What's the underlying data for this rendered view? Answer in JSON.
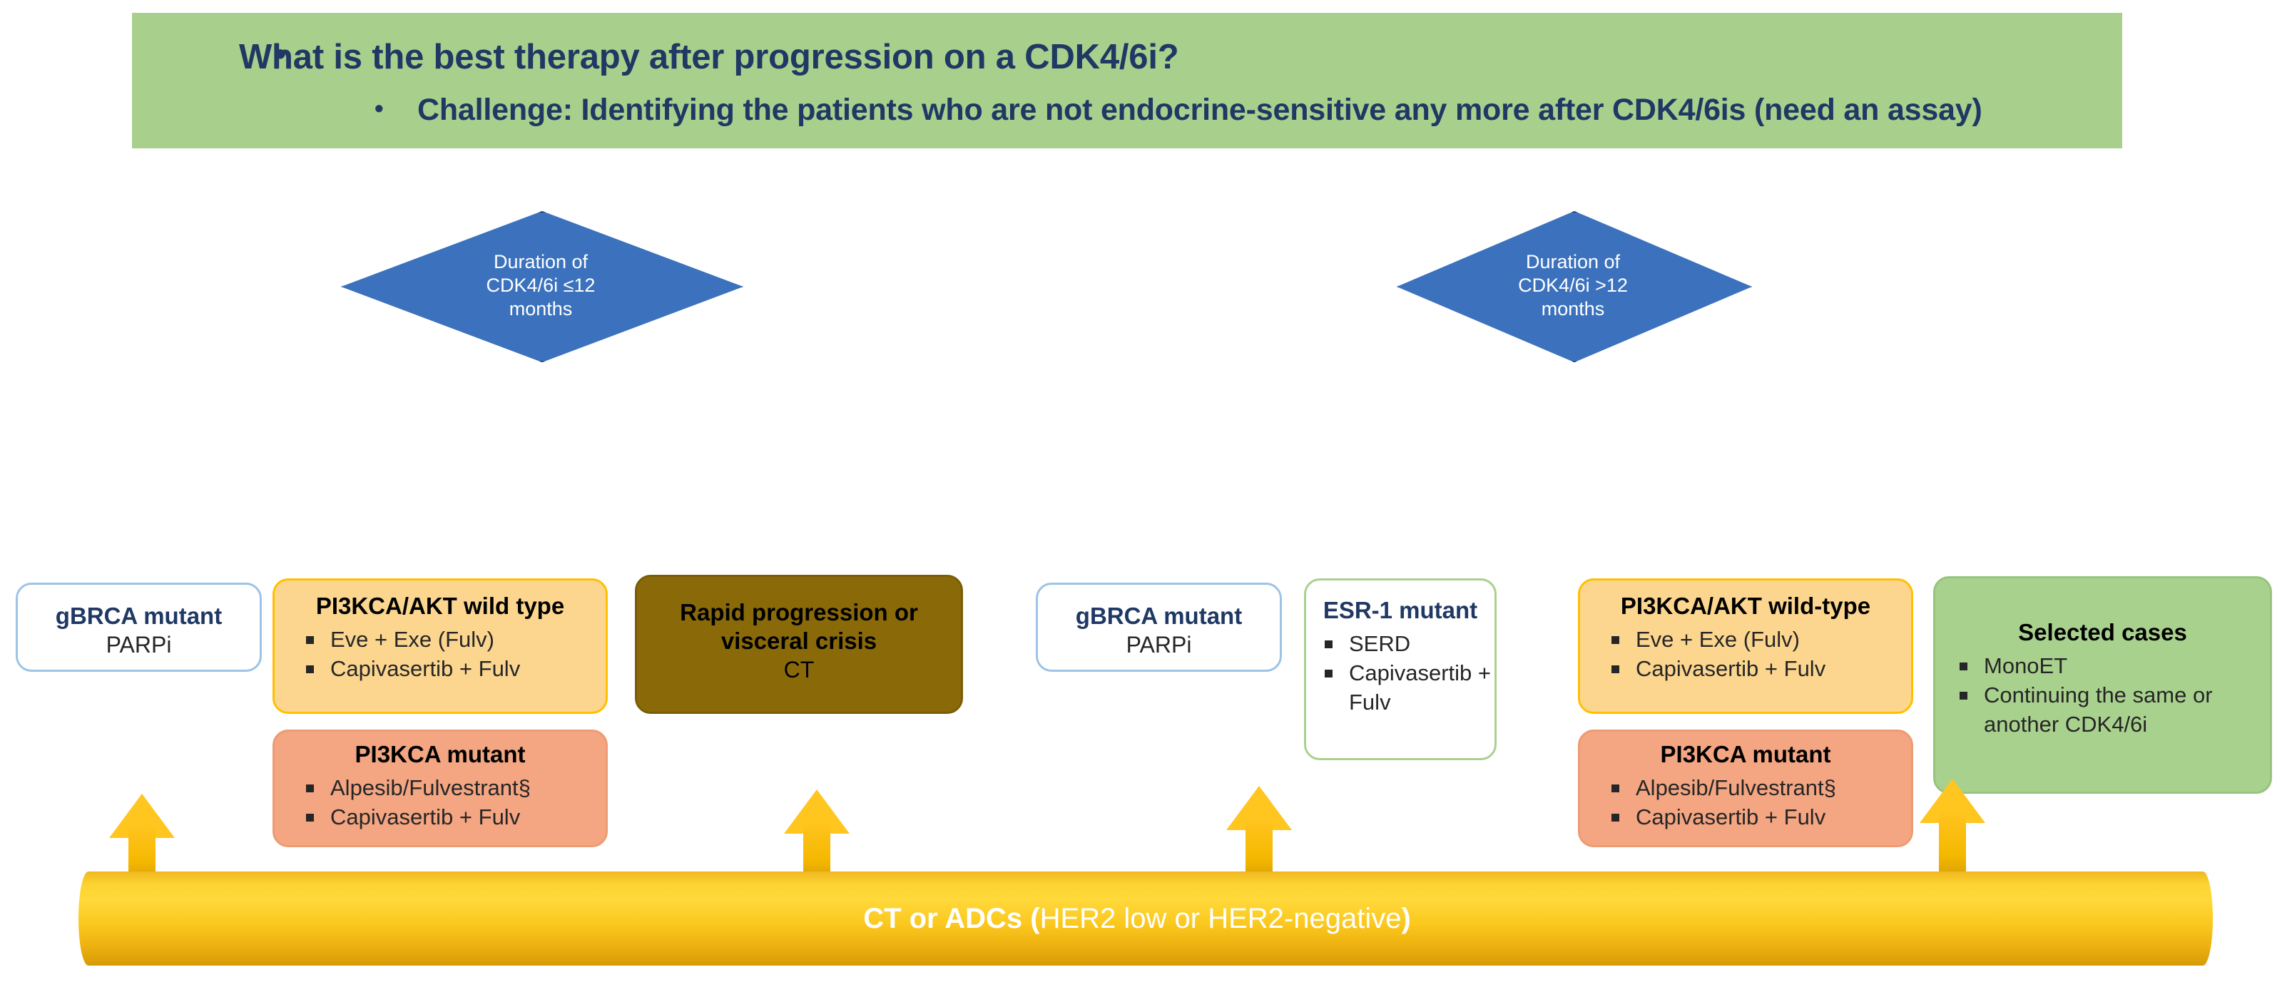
{
  "banner": {
    "bullet_glyph": "•",
    "line1": "What is the best therapy after progression on a CDK4/6i?",
    "sub_bullet_glyph": "•",
    "line2": "Challenge: Identifying the patients who are not endocrine-sensitive any more after CDK4/6is (need an assay)",
    "background_color": "#a9cf8d",
    "text_color": "#1f3864"
  },
  "decision_nodes": [
    {
      "id": "short-duration",
      "lines": [
        "Duration of",
        "CDK4/6i ≤12",
        "months"
      ],
      "fill_color": "#3c72bd"
    },
    {
      "id": "long-duration",
      "lines": [
        "Duration of",
        "CDK4/6i >12",
        "months"
      ],
      "fill_color": "#3c72bd"
    }
  ],
  "left_branch": {
    "gbrca": {
      "title": "gBRCA  mutant",
      "subtitle": "PARPi",
      "border_color": "#9dc3e6"
    },
    "wildtype": {
      "title": "PI3KCA/AKT  wild type",
      "items": [
        "Eve + Exe (Fulv)",
        "Capivasertib + Fulv"
      ],
      "fill_color": "#fcd68f"
    },
    "mutant": {
      "title": "PI3KCA mutant",
      "items": [
        "Alpesib/Fulvestrant§",
        "Capivasertib + Fulv"
      ],
      "fill_color": "#f4a582"
    },
    "rapid": {
      "line1": "Rapid  progression  or",
      "line2": "visceral crisis",
      "line3": "CT",
      "fill_color": "#8a6a08"
    }
  },
  "right_branch": {
    "gbrca": {
      "title": "gBRCA mutant",
      "subtitle": "PARPi",
      "border_color": "#9dc3e6"
    },
    "esr1": {
      "title": "ESR-1 mutant",
      "items": [
        "SERD",
        "Capivasertib + Fulv"
      ],
      "border_color": "#a9d18e"
    },
    "wildtype": {
      "title": "PI3KCA/AKT  wild-type",
      "items": [
        "Eve + Exe (Fulv)",
        "Capivasertib + Fulv"
      ],
      "fill_color": "#fcd68f"
    },
    "mutant": {
      "title": "PI3KCA mutant",
      "items": [
        "Alpesib/Fulvestrant§",
        "Capivasertib + Fulv"
      ],
      "fill_color": "#f4a582"
    },
    "selected": {
      "title": "Selected cases",
      "items": [
        "MonoET",
        "Continuing the same or another CDK4/6i"
      ],
      "fill_color": "#a9d18e"
    }
  },
  "bottom_bar": {
    "bold_prefix": "CT or ADCs (",
    "regular_text": "HER2 low or HER2-negative",
    "bold_suffix": ")",
    "fill_color": "#fbc91f",
    "text_color": "#ffffff"
  }
}
